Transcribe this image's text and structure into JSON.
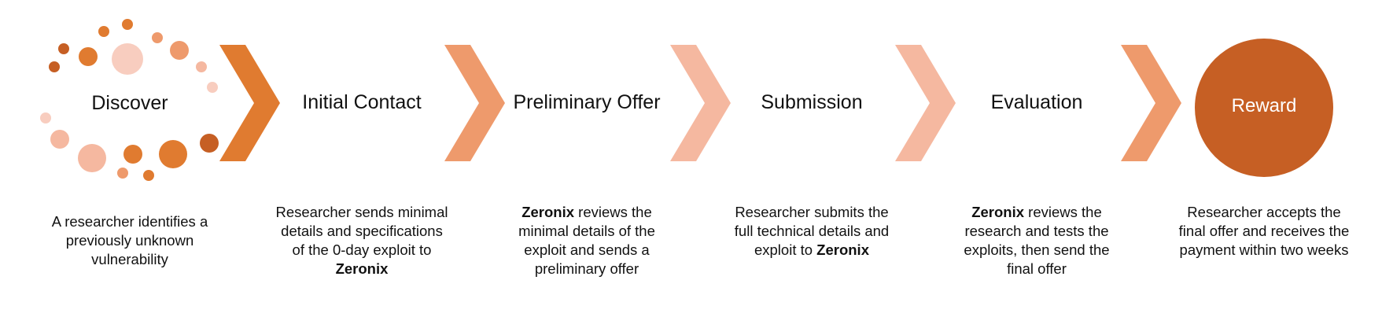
{
  "colors": {
    "dark_orange": "#e07b30",
    "medium_orange": "#ee9a6c",
    "light_orange": "#f5b8a0",
    "pale_orange": "#f8cdbf",
    "reward_circle": "#c65f24",
    "text": "#111111"
  },
  "stages": [
    {
      "title": "Discover",
      "description": [
        {
          "text": "A researcher identifies a previously unknown vulnerability",
          "bold": false
        }
      ]
    },
    {
      "title": "Initial Contact",
      "description": [
        {
          "text": "Researcher sends minimal details and specifications of the 0-day exploit to ",
          "bold": false
        },
        {
          "text": "Zeronix",
          "bold": true
        }
      ]
    },
    {
      "title": "Preliminary Offer",
      "description": [
        {
          "text": "Zeronix",
          "bold": true
        },
        {
          "text": " reviews the minimal details of the exploit and sends a preliminary offer",
          "bold": false
        }
      ]
    },
    {
      "title": "Submission",
      "description": [
        {
          "text": "Researcher submits the full technical details and exploit to ",
          "bold": false
        },
        {
          "text": "Zeronix",
          "bold": true
        }
      ]
    },
    {
      "title": "Evaluation",
      "description": [
        {
          "text": "Zeronix",
          "bold": true
        },
        {
          "text": " reviews the research and tests the exploits, then send the final offer",
          "bold": false
        }
      ]
    },
    {
      "title": "Reward",
      "description": [
        {
          "text": "Researcher accepts the final offer and receives the payment within two weeks",
          "bold": false
        }
      ]
    }
  ]
}
